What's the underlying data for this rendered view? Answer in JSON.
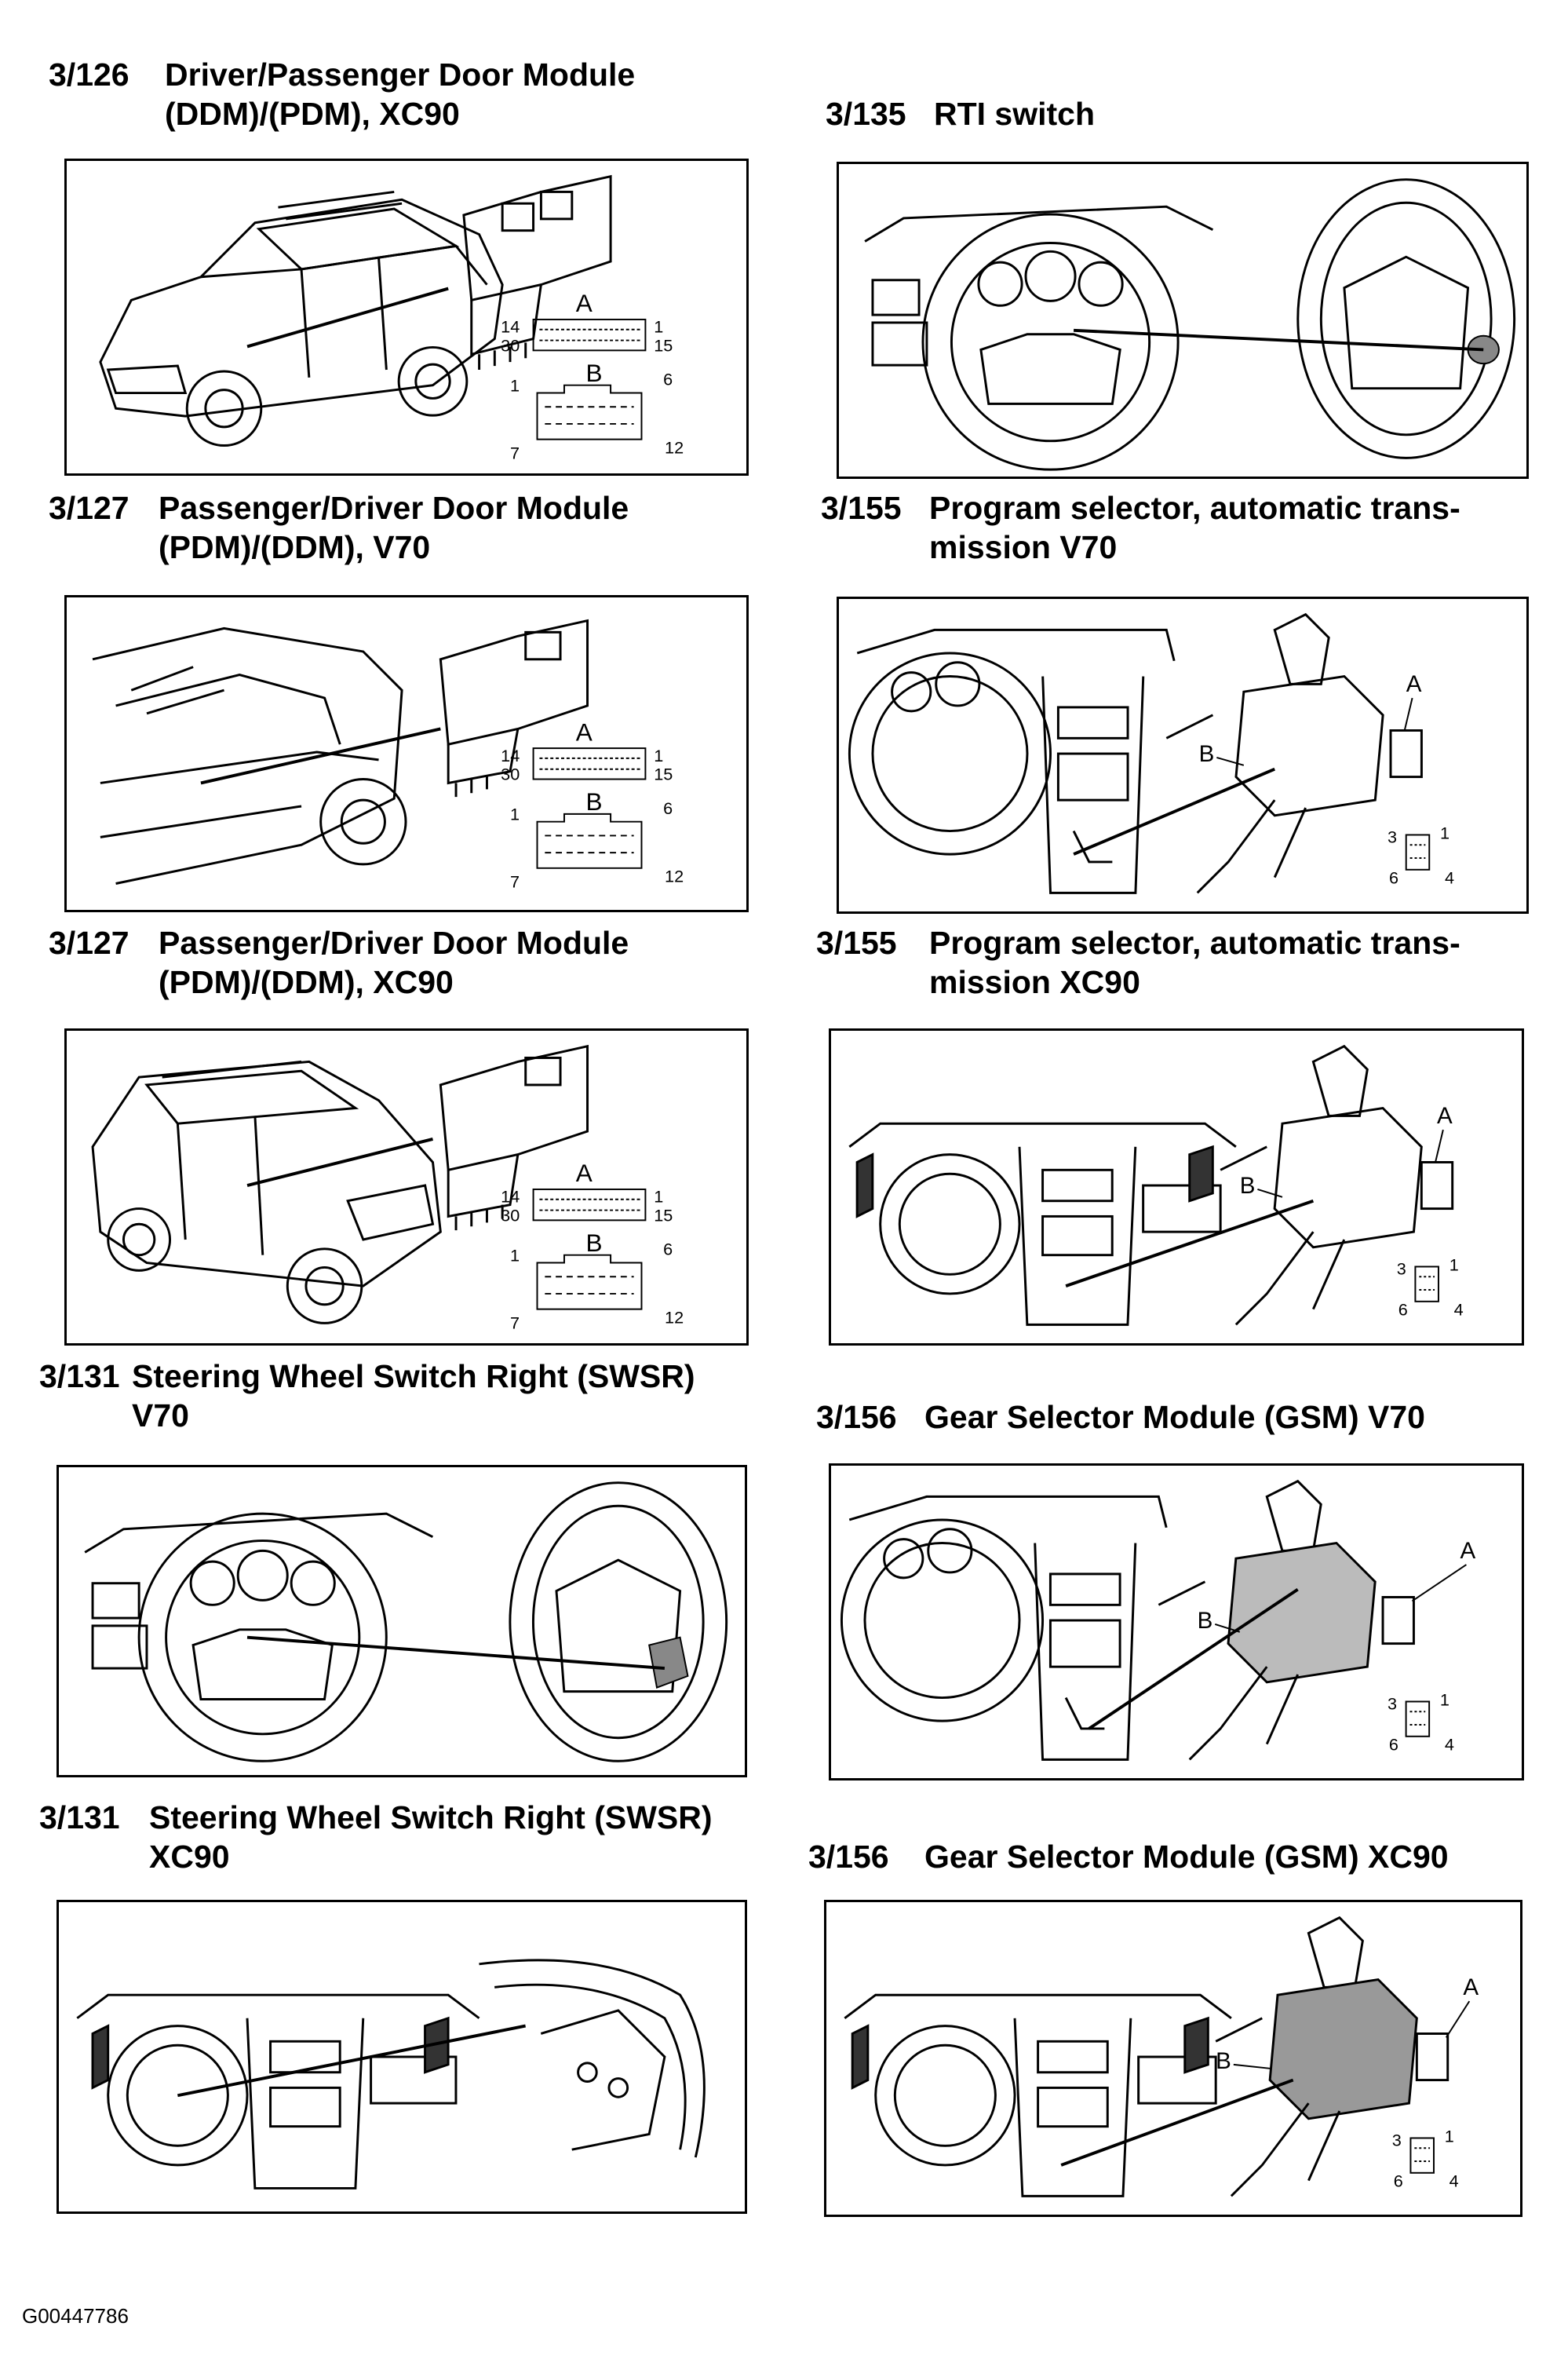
{
  "entries": [
    {
      "id": "3/126",
      "line1": "Driver/Passenger Door Module",
      "line2": "(DDM)/(PDM), XC90",
      "kind": "car-suv",
      "connector": {
        "a": "A",
        "b": "B",
        "a_left_top": "14",
        "a_left_bot": "30",
        "a_right_top": "1",
        "a_right_bot": "15",
        "b_tl": "1",
        "b_tr": "6",
        "b_bl": "7",
        "b_br": "12"
      }
    },
    {
      "id": "3/127",
      "line1": "Passenger/Driver Door Module",
      "line2": "(PDM)/(DDM), V70",
      "kind": "car-door",
      "connector": {
        "a": "A",
        "b": "B",
        "a_left_top": "14",
        "a_left_bot": "30",
        "a_right_top": "1",
        "a_right_bot": "15",
        "b_tl": "1",
        "b_tr": "6",
        "b_bl": "7",
        "b_br": "12"
      }
    },
    {
      "id": "3/127",
      "line1": "Passenger/Driver Door Module",
      "line2": "(PDM)/(DDM), XC90",
      "kind": "car-suv",
      "connector": {
        "a": "A",
        "b": "B",
        "a_left_top": "14",
        "a_left_bot": "30",
        "a_right_top": "1",
        "a_right_bot": "15",
        "b_tl": "1",
        "b_tr": "6",
        "b_bl": "7",
        "b_br": "12"
      }
    },
    {
      "id": "3/131",
      "line1": "Steering Wheel Switch Right (SWSR)",
      "line2": "V70",
      "kind": "wheel"
    },
    {
      "id": "3/131",
      "line1": "Steering Wheel Switch Right (SWSR)",
      "line2": "XC90",
      "kind": "dash-wheel"
    },
    {
      "id": "3/135",
      "line1": "RTI switch",
      "line2": "",
      "kind": "wheel"
    },
    {
      "id": "3/155",
      "line1": "Program selector, automatic trans-",
      "line2": "mission V70",
      "kind": "selector",
      "labels": {
        "a": "A",
        "b": "B",
        "p1": "1",
        "p3": "3",
        "p4": "4",
        "p6": "6"
      }
    },
    {
      "id": "3/155",
      "line1": "Program selector, automatic trans-",
      "line2": "mission XC90",
      "kind": "selector",
      "labels": {
        "a": "A",
        "b": "B",
        "p1": "1",
        "p3": "3",
        "p4": "4",
        "p6": "6"
      }
    },
    {
      "id": "3/156",
      "line1": "Gear Selector Module (GSM) V70",
      "line2": "",
      "kind": "selector",
      "labels": {
        "a": "A",
        "b": "B",
        "p1": "1",
        "p3": "3",
        "p4": "4",
        "p6": "6"
      }
    },
    {
      "id": "3/156",
      "line1": "Gear Selector Module (GSM) XC90",
      "line2": "",
      "kind": "selector",
      "labels": {
        "a": "A",
        "b": "B",
        "p1": "1",
        "p3": "3",
        "p4": "4",
        "p6": "6"
      }
    }
  ],
  "figure_code": "G00447786"
}
